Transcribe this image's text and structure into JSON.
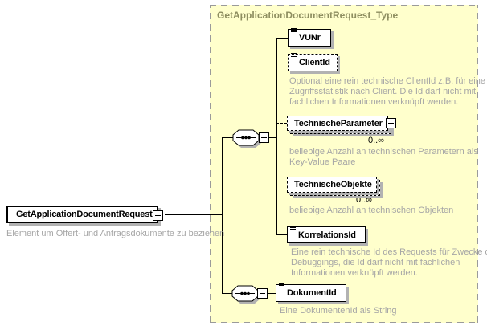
{
  "colors": {
    "container_fill": "#ffffcc",
    "container_border": "#9a9a9a",
    "type_title_text": "#8e8e60",
    "annotation_text": "#a6a6a6",
    "box_border": "#000000",
    "box_fill": "#ffffff",
    "shadow": "#b2b2b2"
  },
  "icons": {
    "sequence": "sequence-compositor",
    "collapse": "minus",
    "expand": "plus",
    "simple_content": "text-lines"
  },
  "root": {
    "name": "GetApplicationDocumentRequest",
    "annotation": "Element um Offert- und Antragsdokumente zu beziehen"
  },
  "type_box": {
    "title": "GetApplicationDocumentRequest_Type"
  },
  "elements": {
    "vunr": {
      "name": "VUNr"
    },
    "clientid": {
      "name": "ClientId",
      "annotation_lines": [
        "Optional eine rein technische ClientId z.B. für eine",
        "Zugriffsstatistik nach Client. Die Id darf nicht mit",
        "fachlichen Informationen verknüpft werden."
      ]
    },
    "technische_parameter": {
      "name": "TechnischeParameter",
      "occurrence": "0..∞",
      "annotation_lines": [
        "beliebige Anzahl an technischen Parametern als",
        "Key-Value Paare"
      ]
    },
    "technische_objekte": {
      "name": "TechnischeObjekte",
      "occurrence": "0..∞",
      "annotation_lines": [
        "beliebige Anzahl an technischen Objekten"
      ]
    },
    "korrelationsid": {
      "name": "KorrelationsId",
      "annotation_lines": [
        "Eine rein technische Id des Requests für Zwecke des",
        "Debuggings, die Id darf nicht mit fachlichen",
        "Informationen verknüpft werden."
      ]
    },
    "dokumentid": {
      "name": "DokumentId",
      "annotation_lines": [
        "Eine DokumentenId als String"
      ]
    }
  }
}
